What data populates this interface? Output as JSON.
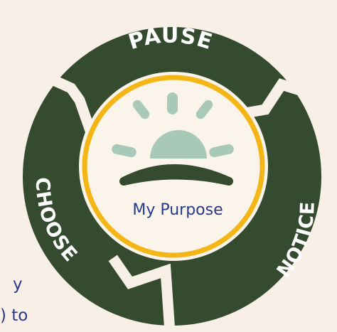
{
  "diagram": {
    "center_label": "My Purpose",
    "steps": [
      "PAUSE",
      "NOTICE",
      "CHOOSE"
    ],
    "icon": "rising-sun-icon",
    "colors": {
      "background": "#f8efe6",
      "ring": "#354b2f",
      "inner_circle": "#fbf4ea",
      "gold_ring": "#f4b617",
      "sun": "#a8c9b7",
      "label_text": "#283a8b",
      "step_text": "#ffffff"
    }
  },
  "cutoff_text": {
    "line1": "y",
    "line2": ") to"
  }
}
